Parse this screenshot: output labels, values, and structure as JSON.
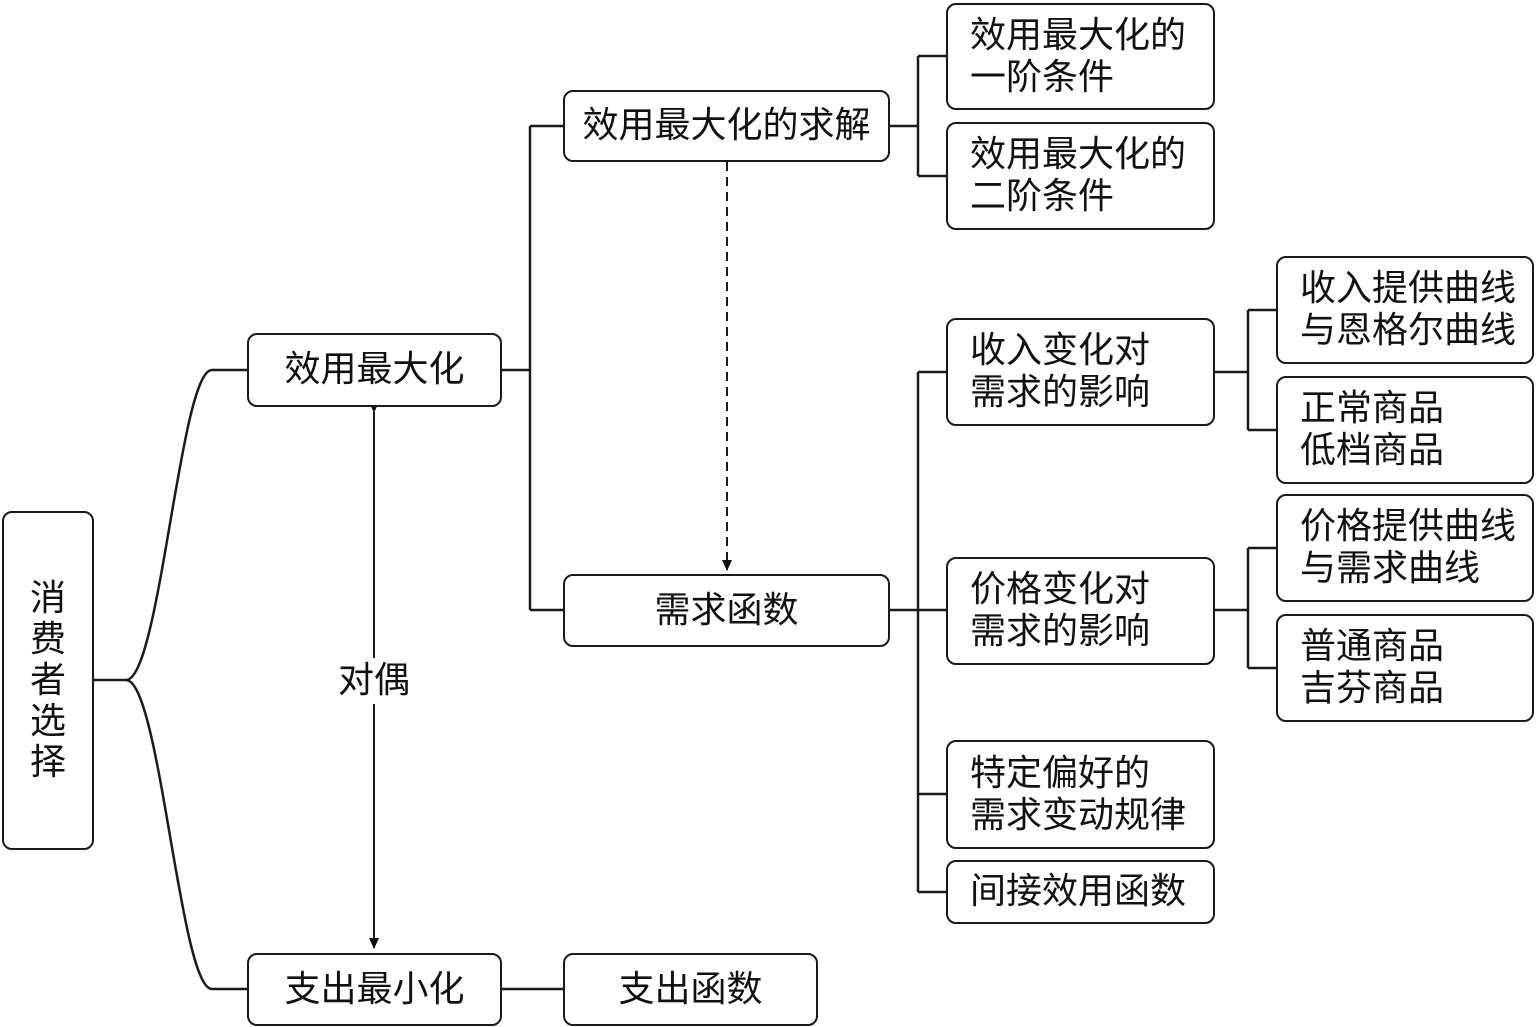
{
  "root": {
    "label": "消费者选择"
  },
  "utility_max": {
    "label": "效用最大化"
  },
  "expend_min": {
    "label": "支出最小化"
  },
  "duality": {
    "label": "对偶"
  },
  "solution": {
    "label": "效用最大化的求解"
  },
  "demand_fn": {
    "label": "需求函数"
  },
  "expend_fn": {
    "label": "支出函数"
  },
  "first_order": {
    "label": "效用最大化的\n一阶条件"
  },
  "second_order": {
    "label": "效用最大化的\n二阶条件"
  },
  "income_effect": {
    "label": "收入变化对\n需求的影响"
  },
  "price_effect": {
    "label": "价格变化对\n需求的影响"
  },
  "special_pref": {
    "label": "特定偏好的\n需求变动规律"
  },
  "indirect_utility": {
    "label": "间接效用函数"
  },
  "income_curves": {
    "label": "收入提供曲线\n与恩格尔曲线"
  },
  "normal_inferior": {
    "label": "正常商品\n低档商品"
  },
  "price_curves": {
    "label": "价格提供曲线\n与需求曲线"
  },
  "ordinary_giffen": {
    "label": "普通商品\n吉芬商品"
  }
}
